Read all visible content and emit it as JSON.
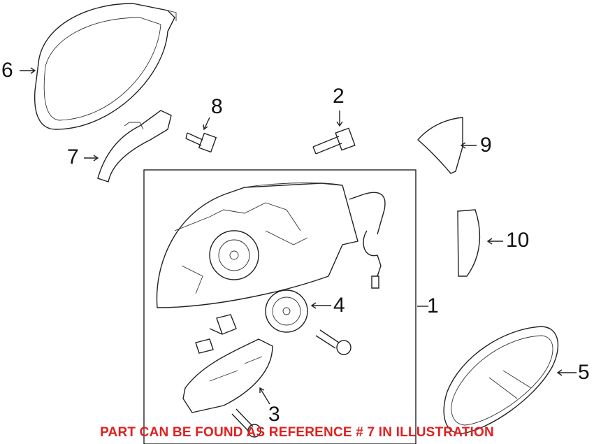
{
  "callouts": {
    "c1": "1",
    "c2": "2",
    "c3": "3",
    "c4": "4",
    "c5": "5",
    "c6": "6",
    "c7": "7",
    "c8": "8",
    "c9": "9",
    "c10": "10"
  },
  "notice": "PART CAN BE FOUND AS REFERENCE # 7 IN ILLUSTRATION",
  "colors": {
    "notice": "#e02020",
    "lines": "#222222"
  }
}
